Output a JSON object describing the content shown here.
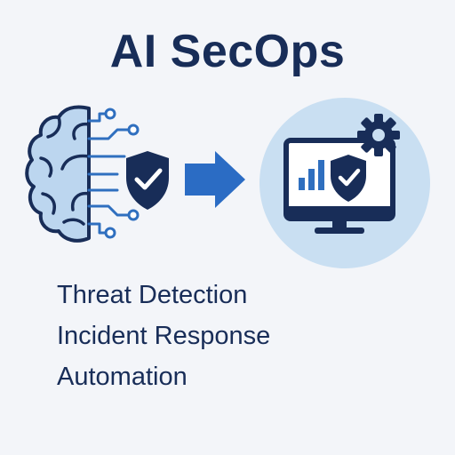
{
  "title": "AI SecOps",
  "icons": {
    "left": [
      "brain-circuit-icon",
      "shield-check-icon"
    ],
    "connector": "right-arrow-icon",
    "right": [
      "monitor-icon",
      "bar-chart-icon",
      "shield-check-icon",
      "gear-icon"
    ]
  },
  "features": [
    "Threat Detection",
    "Incident Response",
    "Automation"
  ],
  "colors": {
    "background": "#f3f5f9",
    "navy": "#182d58",
    "brain_fill": "#bcd6ef",
    "circuit_blue": "#2f6fbf",
    "arrow_blue": "#2b6cc4",
    "circle_fill": "#c9dff2"
  }
}
